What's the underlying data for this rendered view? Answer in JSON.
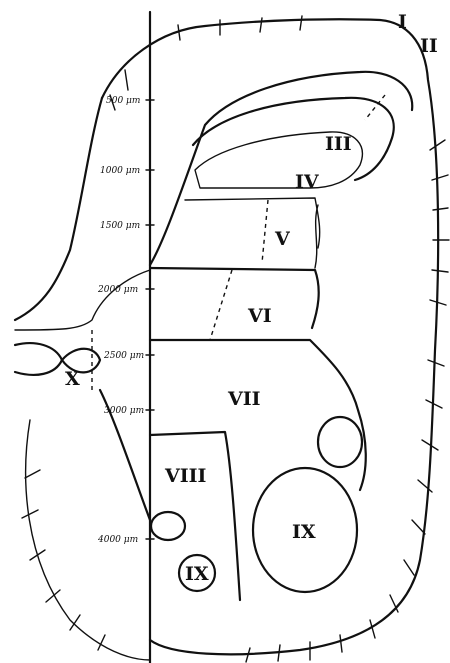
{
  "diagram": {
    "laminae": [
      {
        "id": "lamina-1",
        "label": "I"
      },
      {
        "id": "lamina-2",
        "label": "II"
      },
      {
        "id": "lamina-3",
        "label": "III"
      },
      {
        "id": "lamina-4",
        "label": "IV"
      },
      {
        "id": "lamina-5",
        "label": "V"
      },
      {
        "id": "lamina-6",
        "label": "VI"
      },
      {
        "id": "lamina-7",
        "label": "VII"
      },
      {
        "id": "lamina-8",
        "label": "VIII"
      },
      {
        "id": "lamina-9-large",
        "label": "IX"
      },
      {
        "id": "lamina-9-small",
        "label": "IX"
      },
      {
        "id": "lamina-10",
        "label": "X"
      }
    ],
    "depth_scale": [
      {
        "id": "500",
        "label": "500 μm"
      },
      {
        "id": "1000",
        "label": "1000 μm"
      },
      {
        "id": "1500",
        "label": "1500 μm"
      },
      {
        "id": "2000",
        "label": "2000 μm"
      },
      {
        "id": "2500",
        "label": "2500 μm"
      },
      {
        "id": "3000",
        "label": "3000 μm"
      },
      {
        "id": "4000",
        "label": "4000 μm"
      }
    ],
    "colors": {
      "ink": "#111111",
      "paper": "#ffffff"
    }
  }
}
